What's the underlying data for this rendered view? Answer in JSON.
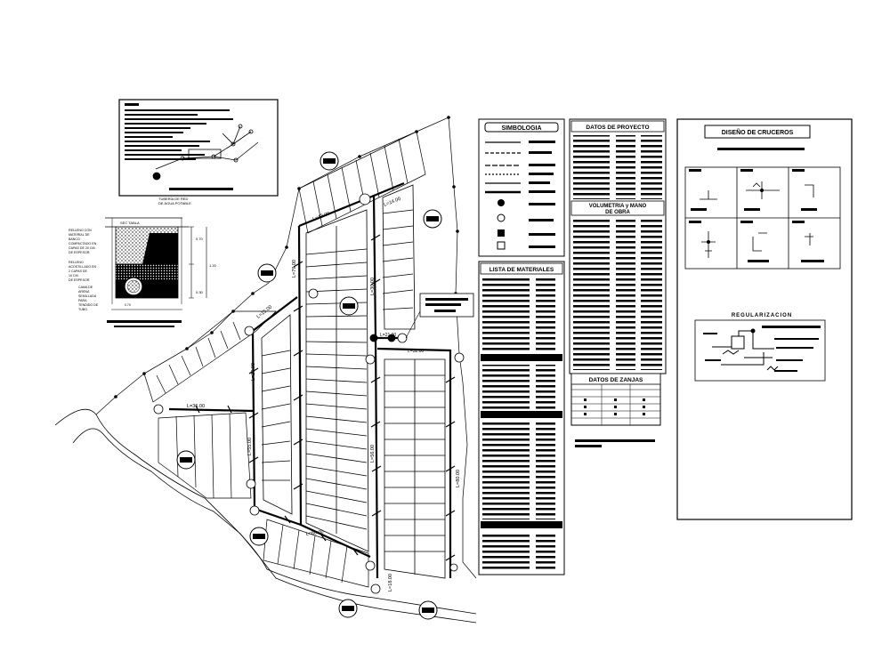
{
  "panels": {
    "simbologia_title": "SIMBOLOGIA",
    "datos_proyecto_title": "DATOS DE PROYECTO",
    "volumetria_title_1": "VOLUMETRIA y MANO",
    "volumetria_title_2": "DE OBRA",
    "lista_materiales_title": "LISTA DE MATERIALES",
    "datos_zanjas_title": "DATOS DE ZANJAS",
    "diseno_cruceros_title": "DISEÑO DE CRUCEROS",
    "regularizacion_title": "REGULARIZACION"
  },
  "plan_labels": {
    "l_43": "L=43.00",
    "l_14": "L=14.00",
    "l_79": "L=79.00",
    "l_30": "L=30.00",
    "l_21": "L=21.00",
    "l_15": "L=15.00",
    "l_20": "L=20.00",
    "l_36": "L=36.00",
    "l_55": "L=55.00",
    "l_32": "L=32.00",
    "l_56": "L=56.00",
    "l_60": "L=60.00",
    "l_80": "L=80.00",
    "l_18": "L=18.00"
  },
  "trench": {
    "label_sec_tabla": "SEC TABLA",
    "label_tuberia_1": "TUBERÍA DE RED",
    "label_tuberia_2": "DE AGUA POTABLE",
    "label_relleno_1": "RELLENO CON",
    "label_relleno_2": "MATERIAL DE",
    "label_relleno_3": "BANCO",
    "label_relleno_4": "COMPACTADO EN",
    "label_relleno_5": "CAPAS DE 20 CM.",
    "label_relleno_6": "DE ESPESOR.",
    "label_acost_1": "RELLENO",
    "label_acost_2": "ACOSTILLADO EN",
    "label_acost_3": "2 CAPAS DE",
    "label_acost_4": "10 CM.",
    "label_acost_5": "DE ESPESOR.",
    "label_cama_1": "CAMA DE",
    "label_cama_2": "ARENA",
    "label_cama_3": "SEMILLADA",
    "label_cama_4": "PARA",
    "label_cama_5": "TENDIDO DE",
    "label_cama_6": "TUBO.",
    "dim_070": "0.70",
    "dim_120": "1.20",
    "dim_030": "0.30"
  },
  "colors": {
    "line": "#000000",
    "paper": "#ffffff"
  }
}
